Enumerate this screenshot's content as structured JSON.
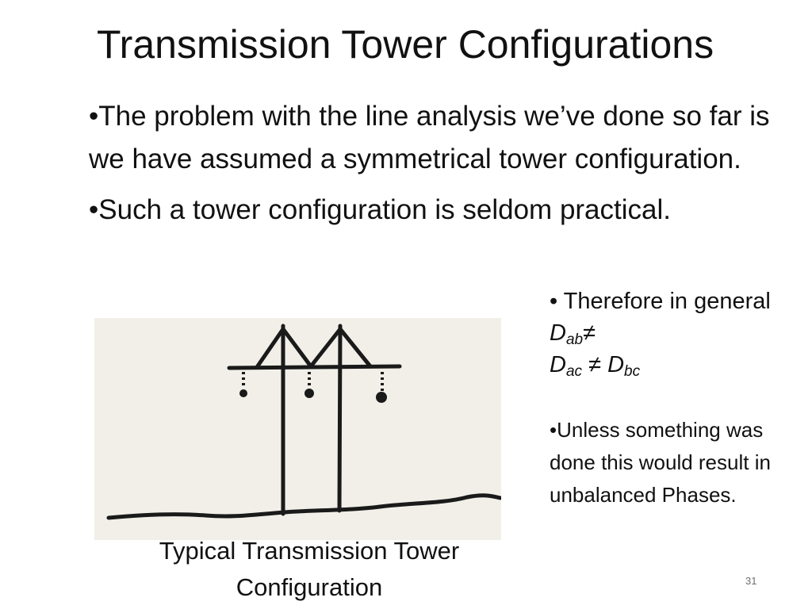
{
  "slide": {
    "title": "Transmission Tower Configurations",
    "bullets": [
      "•The problem with the line analysis we’ve done so far is we have assumed a symmetrical tower configuration.",
      "•Such a tower configuration is seldom practical."
    ],
    "side": {
      "first_prefix": "• Therefore in general ",
      "d_symbol": "D",
      "sub_ab": "ab",
      "sub_ac": "ac",
      "sub_bc": "bc",
      "neq": "≠",
      "second": "•Unless something was done this would result in unbalanced Phases."
    },
    "figure": {
      "caption": "Typical Transmission Tower Configuration",
      "background_color": "#f1efe8",
      "ink_color": "#1a1a1a"
    },
    "slide_number": "31"
  }
}
